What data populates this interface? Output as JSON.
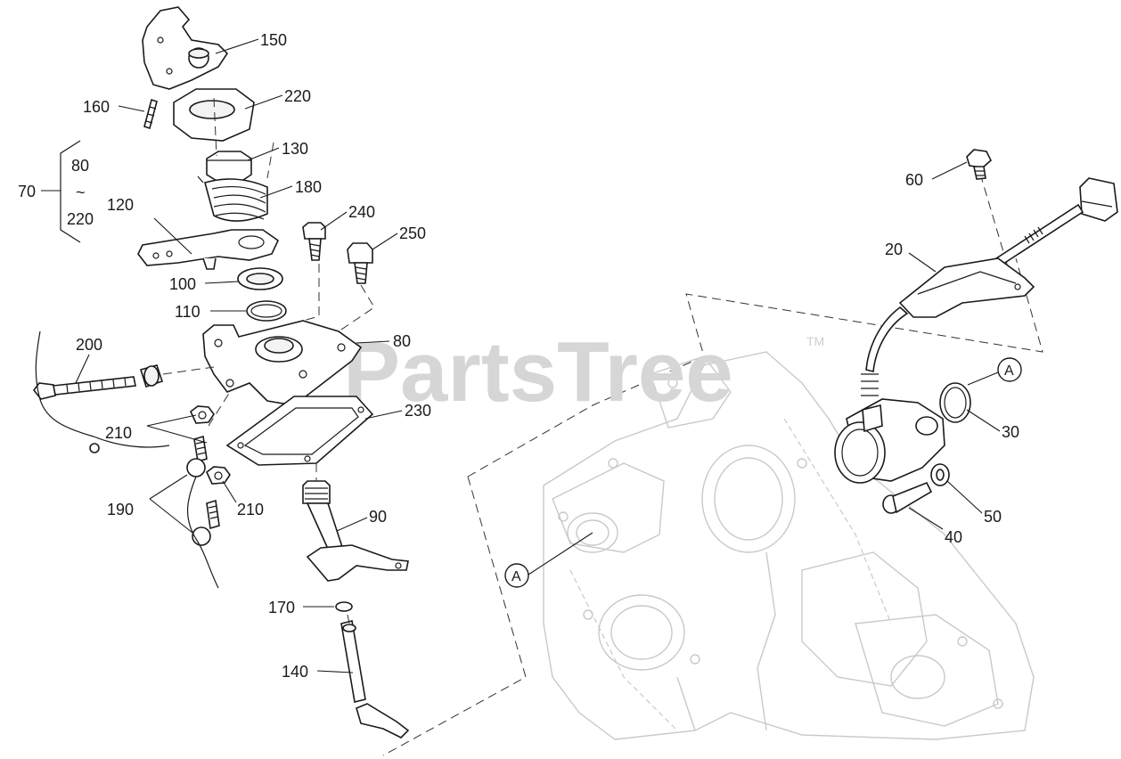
{
  "watermark": {
    "text": "PartsTree",
    "trademark": "TM"
  },
  "labels": {
    "l150": "150",
    "l220a": "220",
    "l160": "160",
    "l130": "130",
    "l70": "70",
    "l80a": "80",
    "tilde": "~",
    "l220b": "220",
    "l180": "180",
    "l120": "120",
    "l240": "240",
    "l250": "250",
    "l100": "100",
    "l110": "110",
    "l80b": "80",
    "l200": "200",
    "l230": "230",
    "l210a": "210",
    "l190": "190",
    "l210b": "210",
    "l90": "90",
    "l170": "170",
    "l140": "140",
    "l60": "60",
    "l20": "20",
    "l30": "30",
    "l50": "50",
    "l40": "40",
    "calloutA1": "A",
    "calloutA2": "A"
  },
  "colors": {
    "line": "#1a1a1a",
    "ghost": "#c9c9c9",
    "watermark": "#d6d6d6"
  }
}
